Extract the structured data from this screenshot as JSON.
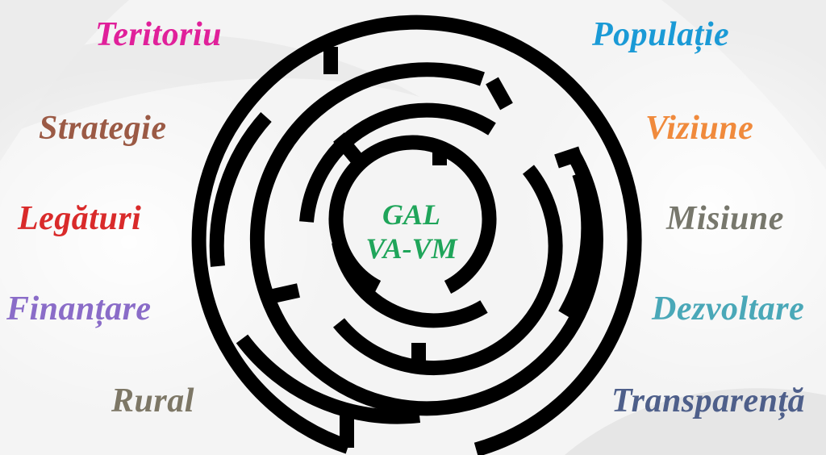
{
  "center": {
    "line1": "GAL",
    "line2": "VA-VM",
    "color": "#1fa55a"
  },
  "left_words": [
    {
      "text": "Teritoriu",
      "color": "#e0209a"
    },
    {
      "text": "Strategie",
      "color": "#9b5a45"
    },
    {
      "text": "Legături",
      "color": "#d92a2a"
    },
    {
      "text": "Finanțare",
      "color": "#8a6cc8"
    },
    {
      "text": "Rural",
      "color": "#7d7766"
    }
  ],
  "right_words": [
    {
      "text": "Populație",
      "color": "#1a9ad6"
    },
    {
      "text": "Viziune",
      "color": "#f08a3c"
    },
    {
      "text": "Misiune",
      "color": "#77776c"
    },
    {
      "text": "Dezvoltare",
      "color": "#4aa8b8"
    },
    {
      "text": "Transparență",
      "color": "#4e5f8a"
    }
  ],
  "maze_color": "#000000"
}
